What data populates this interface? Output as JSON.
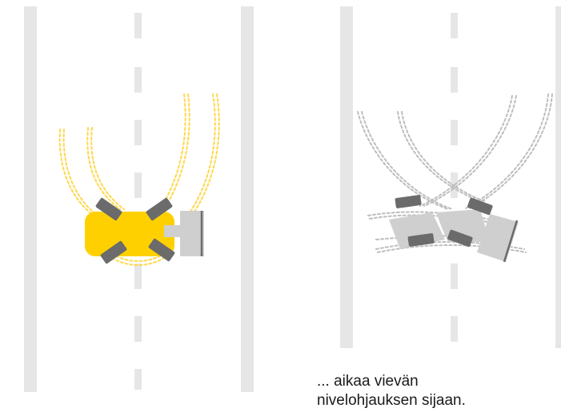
{
  "caption": {
    "line1": "... aikaa vievän",
    "line2": "nivelohjauksen sijaan."
  },
  "colors": {
    "background": "#ffffff",
    "road_edge": "#e6e6e6",
    "lane_marking": "#e6e6e6",
    "machine_yellow": "#ffd000",
    "track_yellow": "#ffd84a",
    "machine_gray": "#cfcfcf",
    "track_gray": "#bdbdbd",
    "wheel": "#6b6b6b",
    "text": "#1a1a1a"
  },
  "diagrams": [
    {
      "name": "four-wheel-steering",
      "color_scheme": "yellow"
    },
    {
      "name": "articulated-steering",
      "color_scheme": "gray"
    }
  ]
}
